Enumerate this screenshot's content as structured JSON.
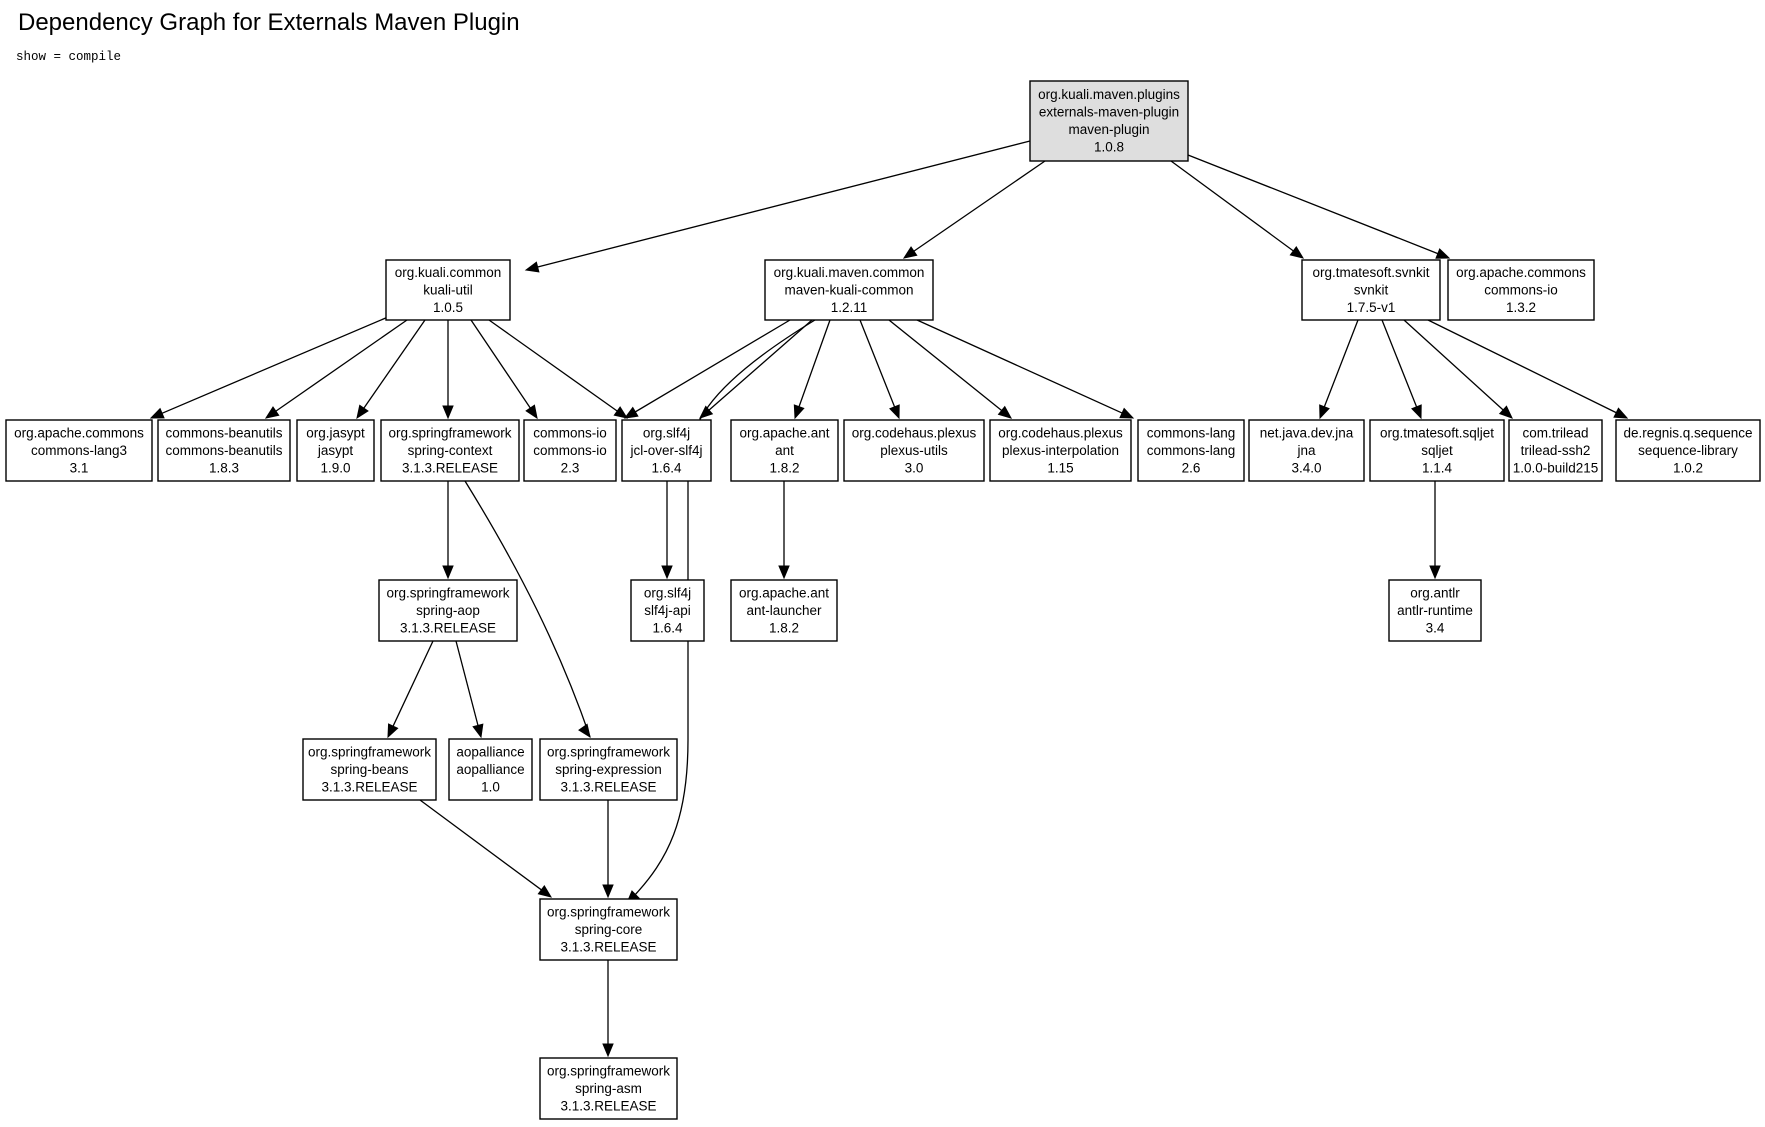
{
  "title": "Dependency Graph for Externals Maven Plugin",
  "subtitle": "show = compile",
  "nodes": [
    {
      "id": "root",
      "lines": [
        "org.kuali.maven.plugins",
        "externals-maven-plugin",
        "maven-plugin",
        "1.0.8"
      ],
      "root": true
    },
    {
      "id": "kuali-util",
      "lines": [
        "org.kuali.common",
        "kuali-util",
        "1.0.5"
      ]
    },
    {
      "id": "maven-kuali-common",
      "lines": [
        "org.kuali.maven.common",
        "maven-kuali-common",
        "1.2.11"
      ]
    },
    {
      "id": "svnkit",
      "lines": [
        "org.tmatesoft.svnkit",
        "svnkit",
        "1.7.5-v1"
      ]
    },
    {
      "id": "commons-io-132",
      "lines": [
        "org.apache.commons",
        "commons-io",
        "1.3.2"
      ]
    },
    {
      "id": "commons-lang3",
      "lines": [
        "org.apache.commons",
        "commons-lang3",
        "3.1"
      ]
    },
    {
      "id": "commons-beanutils",
      "lines": [
        "commons-beanutils",
        "commons-beanutils",
        "1.8.3"
      ]
    },
    {
      "id": "jasypt",
      "lines": [
        "org.jasypt",
        "jasypt",
        "1.9.0"
      ]
    },
    {
      "id": "spring-context",
      "lines": [
        "org.springframework",
        "spring-context",
        "3.1.3.RELEASE"
      ]
    },
    {
      "id": "commons-io-23",
      "lines": [
        "commons-io",
        "commons-io",
        "2.3"
      ]
    },
    {
      "id": "jcl-over-slf4j",
      "lines": [
        "org.slf4j",
        "jcl-over-slf4j",
        "1.6.4"
      ]
    },
    {
      "id": "ant",
      "lines": [
        "org.apache.ant",
        "ant",
        "1.8.2"
      ]
    },
    {
      "id": "plexus-utils",
      "lines": [
        "org.codehaus.plexus",
        "plexus-utils",
        "3.0"
      ]
    },
    {
      "id": "plexus-interpolation",
      "lines": [
        "org.codehaus.plexus",
        "plexus-interpolation",
        "1.15"
      ]
    },
    {
      "id": "commons-lang",
      "lines": [
        "commons-lang",
        "commons-lang",
        "2.6"
      ]
    },
    {
      "id": "jna",
      "lines": [
        "net.java.dev.jna",
        "jna",
        "3.4.0"
      ]
    },
    {
      "id": "sqljet",
      "lines": [
        "org.tmatesoft.sqljet",
        "sqljet",
        "1.1.4"
      ]
    },
    {
      "id": "trilead-ssh2",
      "lines": [
        "com.trilead",
        "trilead-ssh2",
        "1.0.0-build215"
      ]
    },
    {
      "id": "sequence-library",
      "lines": [
        "de.regnis.q.sequence",
        "sequence-library",
        "1.0.2"
      ]
    },
    {
      "id": "spring-aop",
      "lines": [
        "org.springframework",
        "spring-aop",
        "3.1.3.RELEASE"
      ]
    },
    {
      "id": "slf4j-api",
      "lines": [
        "org.slf4j",
        "slf4j-api",
        "1.6.4"
      ]
    },
    {
      "id": "ant-launcher",
      "lines": [
        "org.apache.ant",
        "ant-launcher",
        "1.8.2"
      ]
    },
    {
      "id": "antlr-runtime",
      "lines": [
        "org.antlr",
        "antlr-runtime",
        "3.4"
      ]
    },
    {
      "id": "spring-beans",
      "lines": [
        "org.springframework",
        "spring-beans",
        "3.1.3.RELEASE"
      ]
    },
    {
      "id": "aopalliance",
      "lines": [
        "aopalliance",
        "aopalliance",
        "1.0"
      ]
    },
    {
      "id": "spring-expression",
      "lines": [
        "org.springframework",
        "spring-expression",
        "3.1.3.RELEASE"
      ]
    },
    {
      "id": "spring-core",
      "lines": [
        "org.springframework",
        "spring-core",
        "3.1.3.RELEASE"
      ]
    },
    {
      "id": "spring-asm",
      "lines": [
        "org.springframework",
        "spring-asm",
        "3.1.3.RELEASE"
      ]
    }
  ],
  "edges": [
    [
      "root",
      "kuali-util"
    ],
    [
      "root",
      "maven-kuali-common"
    ],
    [
      "root",
      "svnkit"
    ],
    [
      "root",
      "commons-io-132"
    ],
    [
      "kuali-util",
      "commons-lang3"
    ],
    [
      "kuali-util",
      "commons-beanutils"
    ],
    [
      "kuali-util",
      "jasypt"
    ],
    [
      "kuali-util",
      "spring-context"
    ],
    [
      "kuali-util",
      "commons-io-23"
    ],
    [
      "kuali-util",
      "jcl-over-slf4j"
    ],
    [
      "maven-kuali-common",
      "jcl-over-slf4j"
    ],
    [
      "maven-kuali-common",
      "jcl-over-slf4j"
    ],
    [
      "maven-kuali-common",
      "ant"
    ],
    [
      "maven-kuali-common",
      "plexus-utils"
    ],
    [
      "maven-kuali-common",
      "plexus-interpolation"
    ],
    [
      "maven-kuali-common",
      "commons-lang"
    ],
    [
      "maven-kuali-common",
      "spring-core"
    ],
    [
      "svnkit",
      "jna"
    ],
    [
      "svnkit",
      "sqljet"
    ],
    [
      "svnkit",
      "trilead-ssh2"
    ],
    [
      "svnkit",
      "sequence-library"
    ],
    [
      "spring-context",
      "spring-aop"
    ],
    [
      "spring-context",
      "spring-expression"
    ],
    [
      "jcl-over-slf4j",
      "slf4j-api"
    ],
    [
      "ant",
      "ant-launcher"
    ],
    [
      "sqljet",
      "antlr-runtime"
    ],
    [
      "spring-aop",
      "spring-beans"
    ],
    [
      "spring-aop",
      "aopalliance"
    ],
    [
      "spring-beans",
      "spring-core"
    ],
    [
      "spring-expression",
      "spring-core"
    ],
    [
      "spring-core",
      "spring-asm"
    ]
  ]
}
